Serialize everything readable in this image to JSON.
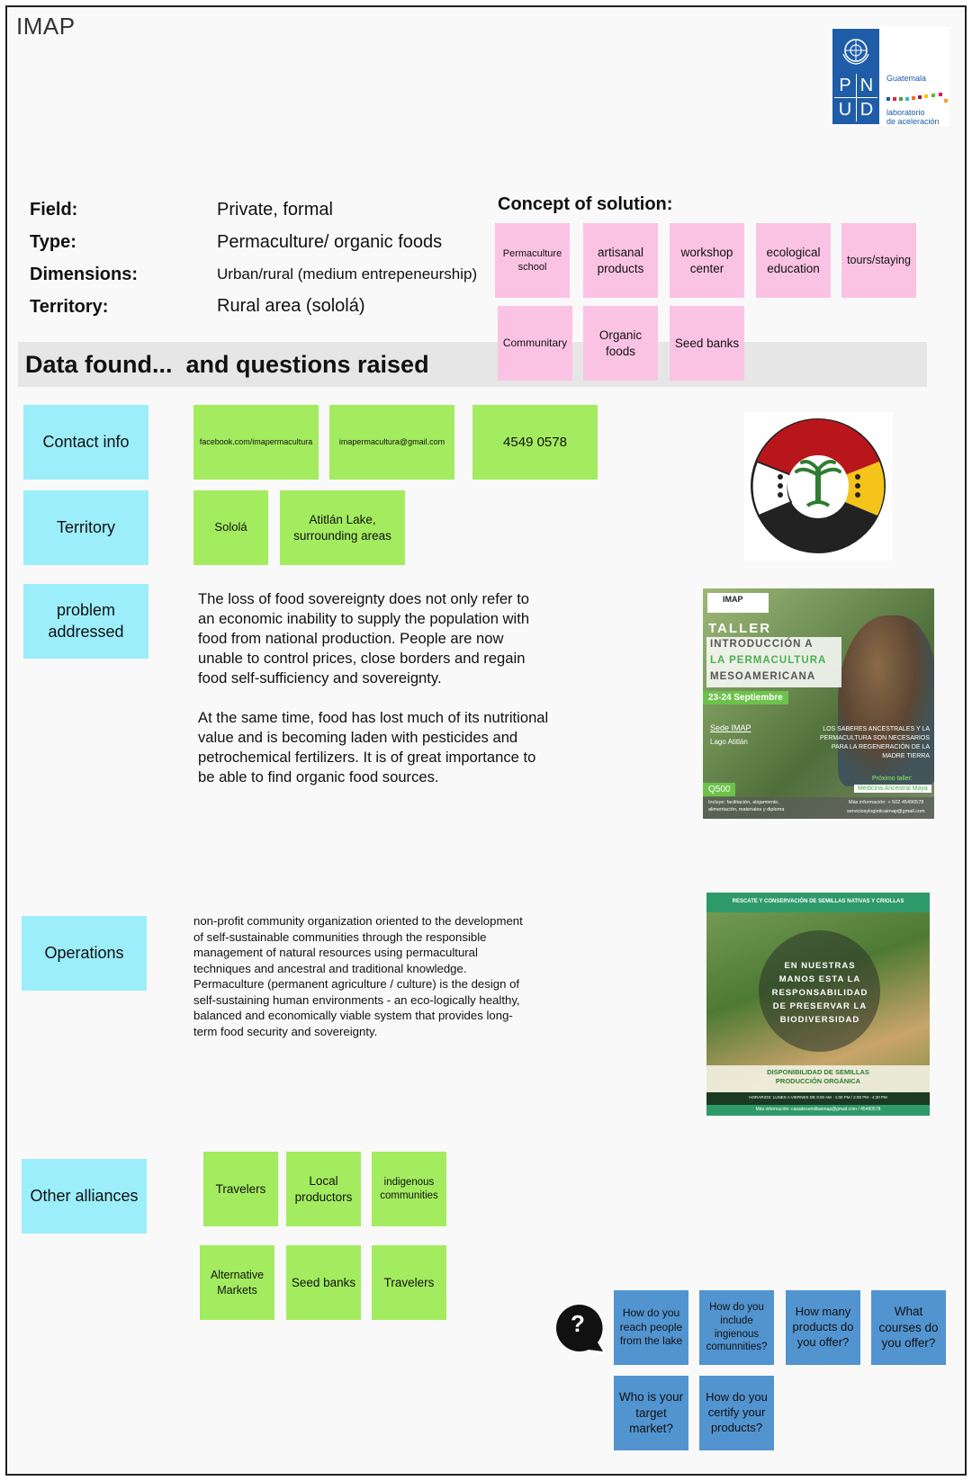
{
  "header": {
    "title": "IMAP"
  },
  "logo": {
    "letters": [
      "P",
      "N",
      "U",
      "D"
    ],
    "line1": "Guatemala",
    "line2": "laboratorio",
    "line3": "de aceleración"
  },
  "info": [
    {
      "label": "Field:",
      "value": "Private, formal"
    },
    {
      "label": "Type:",
      "value": "Permaculture/ organic foods"
    },
    {
      "label": "Dimensions:",
      "value": "Urban/rural (medium entrepeneurship)"
    },
    {
      "label": "Territory:",
      "value": "Rural area (sololá)"
    }
  ],
  "concept": {
    "title": "Concept of solution:",
    "notes": [
      "Permaculture school",
      "artisanal products",
      "workshop center",
      "ecological education",
      "tours/staying",
      "Communitary",
      "Organic foods",
      "Seed banks"
    ]
  },
  "banner": {
    "text": "Data found...  and questions raised"
  },
  "categories": {
    "contact": "Contact info",
    "territory": "Territory",
    "problem": "problem addressed",
    "operations": "Operations",
    "alliances": "Other alliances"
  },
  "contact_notes": [
    "facebook.com/imapermacultura",
    "imapermacultura@gmail.com",
    "4549 0578"
  ],
  "territory_notes": [
    "Sololá",
    "Atitlán Lake, surrounding areas"
  ],
  "problem": {
    "p1": "The loss of food sovereignty does not only refer to an economic inability to supply the population with food from national production. People are now unable to control prices, close borders and regain food self-sufficiency and sovereignty.",
    "p2": "At the same time, food has lost much of its nutritional value and is becoming laden with pesticides and petrochemical fertilizers. It is of great importance to be able to find organic food sources."
  },
  "operations": {
    "text": "non-profit community organization oriented to the development of self-sustainable communities through the responsible management of natural resources using permacultural techniques and ancestral and traditional knowledge.\nPermaculture (permanent agriculture / culture) is the design of self-sustaining human environments - an eco-logically healthy, balanced and economically viable system that provides long-term food security and sovereignty."
  },
  "alliances_notes": [
    "Travelers",
    "Local productors",
    "indigenous communities",
    "Alternative Markets",
    "Seed banks",
    "Travelers"
  ],
  "poster1": {
    "brand": "IMAP",
    "l1": "TALLER",
    "l2": "INTRODUCCIÓN A",
    "l3": "LA PERMACULTURA",
    "l4": "MESOAMERICANA",
    "date": "23-24 Septiembre",
    "sede": "Sede IMAP",
    "lago": "Lago Atitlán",
    "quote": "LOS SABERES ANCESTRALES Y LA PERMACULTURA SON NECESARIOS PARA LA REGENERACIÓN DE LA MADRE TIERRA",
    "price": "Q500",
    "next": "Próximo taller:",
    "next2": "Medicina Ancestral Maya",
    "includes": "Incluye: facilitación, alojamiento, alimentación, materiales y diploma",
    "info": "Más información: + 502 45490578",
    "mail": "serviciosylogisticaimap@gmail.com"
  },
  "poster2": {
    "top": "RESCATE Y CONSERVACIÓN DE SEMILLAS NATIVAS Y CRIOLLAS",
    "center": "EN NUESTRAS MANOS ESTA LA RESPONSABILIDAD DE PRESERVAR LA BIODIVERSIDAD",
    "b1": "DISPONIBILIDAD DE SEMILLAS",
    "b2": "PRODUCCIÓN ORGÁNICA",
    "hours": "HORARIOS: LUNES A VIERNES DE 9:00 AM - 1:00 PM / 2:00 PM - 4:30 PM",
    "footer": "Más información: casadesemillasimap@gmail.com / 45490578"
  },
  "questions": {
    "icon": "?",
    "items": [
      "How do you reach people from the lake",
      "How do you include ingienous comunnities?",
      "How many products do you offer?",
      "What courses do you offer?",
      "Who is your target market?",
      "How do you certify your products?"
    ]
  },
  "colors": {
    "pink": "#fbc3e3",
    "green": "#a3ec5f",
    "cyan": "#9ceefb",
    "blue": "#5294d0",
    "undp_blue": "#1f5da8"
  }
}
